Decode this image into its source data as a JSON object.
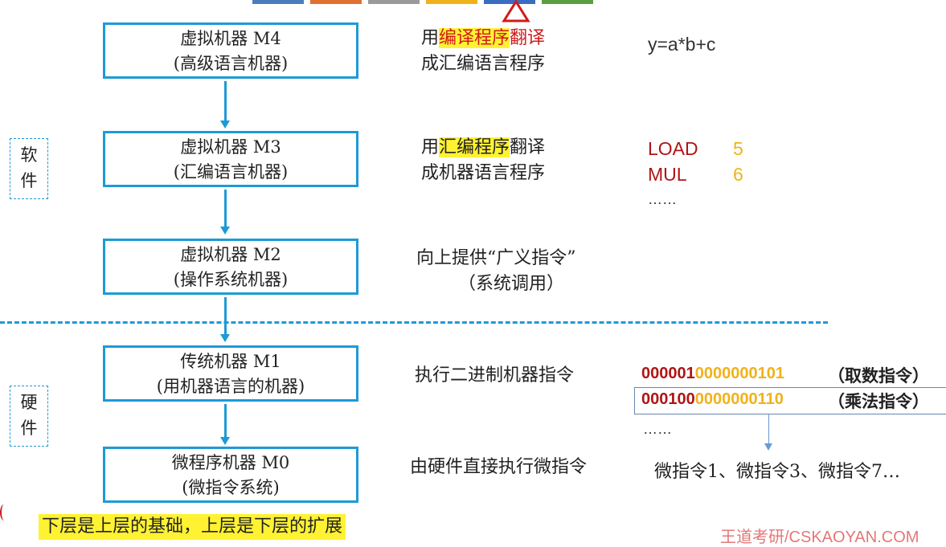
{
  "machines": [
    {
      "name": "虚拟机器 M4",
      "sub": "(高级语言机器)"
    },
    {
      "name": "虚拟机器 M3",
      "sub": "(汇编语言机器)"
    },
    {
      "name": "虚拟机器 M2",
      "sub": "(操作系统机器)"
    },
    {
      "name": "传统机器 M1",
      "sub": "(用机器语言的机器)"
    },
    {
      "name": "微程序机器 M0",
      "sub": "(微指令系统)"
    }
  ],
  "side_labels": {
    "software": "软件",
    "hardware": "硬件"
  },
  "descriptions": {
    "m4": {
      "pre": "用",
      "hl": "编译程序",
      "post": "翻译",
      "line2": "成汇编语言程序"
    },
    "m3": {
      "pre": "用",
      "hl": "汇编程序",
      "post": "翻译",
      "line2": "成机器语言程序"
    },
    "m2": {
      "line1": "向上提供“广义指令”",
      "line2": "（系统调用）"
    },
    "m1": {
      "line1": "执行二进制机器指令"
    },
    "m0": {
      "line1": "由硬件直接执行微指令"
    }
  },
  "examples": {
    "m4_expr": "y=a*b+c",
    "m3_code": [
      {
        "op": "LOAD",
        "arg": "5"
      },
      {
        "op": "MUL",
        "arg": "6"
      }
    ],
    "m3_ellipsis": "……",
    "m1_bin": [
      {
        "opcode": "000001",
        "addr": "0000000101",
        "note": "（取数指令）"
      },
      {
        "opcode": "000100",
        "addr": "0000000110",
        "note": "（乘法指令）"
      }
    ],
    "m1_ellipsis": "……",
    "m0_micro": "微指令1、微指令3、微指令7…"
  },
  "footer_note": "下层是上层的基础，上层是下层的扩展",
  "watermark": "王道考研/CSKAOYAN.COM",
  "colors": {
    "box_border": "#1e9ad6",
    "highlight": "#fff233",
    "red_text": "#d01a1a",
    "opcode": "#b01515",
    "operand": "#f0b21a"
  },
  "top_tabs_colors": [
    "#4a7ebb",
    "#e07030",
    "#9a9a9a",
    "#f0b21a",
    "#3c6cc0",
    "#5aa040"
  ]
}
